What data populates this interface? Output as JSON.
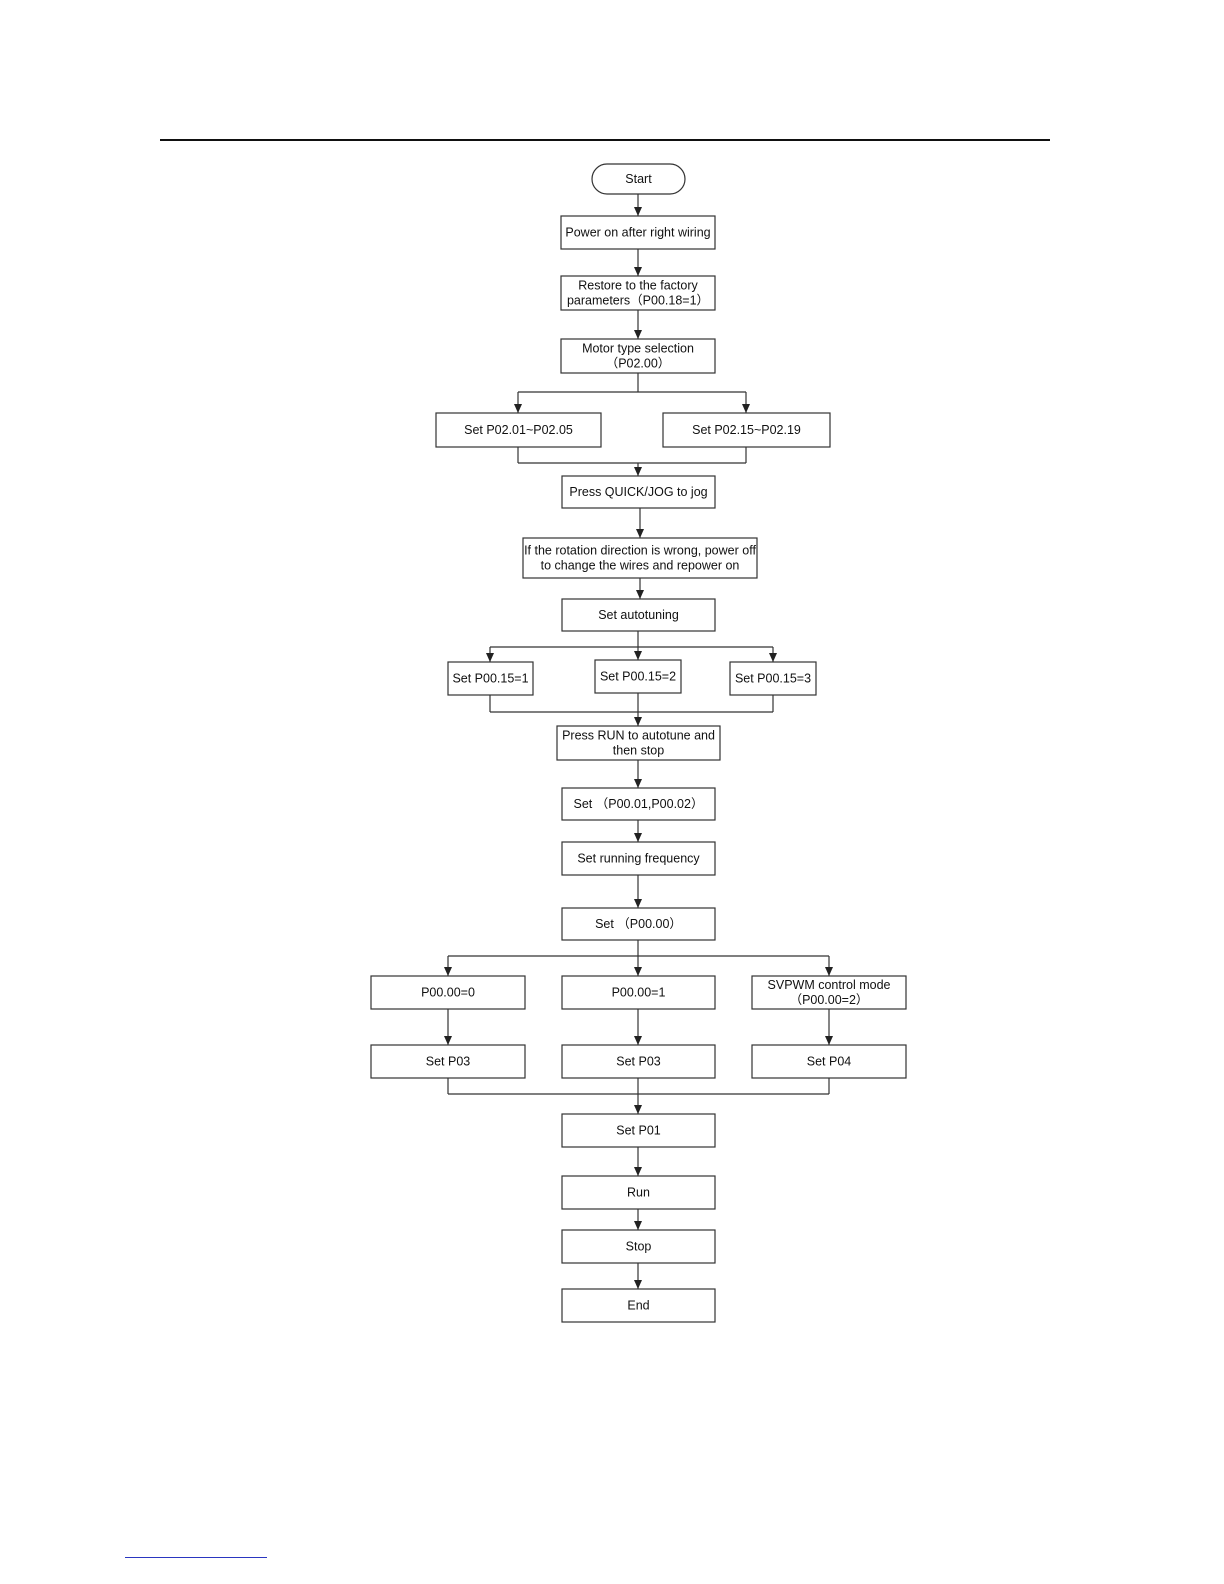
{
  "nodes": [
    {
      "id": "start",
      "lines": [
        "Start"
      ]
    },
    {
      "id": "power",
      "lines": [
        "Power on after right wiring"
      ]
    },
    {
      "id": "restore",
      "lines": [
        "Restore to the factory",
        "parameters（P00.18=1）"
      ]
    },
    {
      "id": "motor",
      "lines": [
        "Motor type selection",
        "（P02.00）"
      ]
    },
    {
      "id": "setA",
      "lines": [
        "Set P02.01~P02.05"
      ]
    },
    {
      "id": "setB",
      "lines": [
        "Set P02.15~P02.19"
      ]
    },
    {
      "id": "jog",
      "lines": [
        "Press QUICK/JOG to jog"
      ]
    },
    {
      "id": "rot",
      "lines": [
        "If the rotation direction is wrong, power off",
        "to change the wires and repower on"
      ]
    },
    {
      "id": "auto",
      "lines": [
        "Set autotuning"
      ]
    },
    {
      "id": "t1",
      "lines": [
        "Set P00.15=1"
      ]
    },
    {
      "id": "t2",
      "lines": [
        "Set P00.15=2"
      ]
    },
    {
      "id": "t3",
      "lines": [
        "Set P00.15=3"
      ]
    },
    {
      "id": "run_at",
      "lines": [
        "Press RUN to autotune and",
        "then stop"
      ]
    },
    {
      "id": "set0102",
      "lines": [
        "Set （P00.01,P00.02）"
      ]
    },
    {
      "id": "freq",
      "lines": [
        "Set running frequency"
      ]
    },
    {
      "id": "set00",
      "lines": [
        "Set （P00.00）"
      ]
    },
    {
      "id": "m0",
      "lines": [
        "P00.00=0"
      ]
    },
    {
      "id": "m1",
      "lines": [
        "P00.00=1"
      ]
    },
    {
      "id": "m2",
      "lines": [
        "SVPWM control mode",
        "（P00.00=2）"
      ]
    },
    {
      "id": "p03a",
      "lines": [
        "Set P03"
      ]
    },
    {
      "id": "p03b",
      "lines": [
        "Set P03"
      ]
    },
    {
      "id": "p04",
      "lines": [
        "Set P04"
      ]
    },
    {
      "id": "p01",
      "lines": [
        "Set P01"
      ]
    },
    {
      "id": "run",
      "lines": [
        "Run"
      ]
    },
    {
      "id": "stop",
      "lines": [
        "Stop"
      ]
    },
    {
      "id": "end",
      "lines": [
        "End"
      ]
    }
  ]
}
